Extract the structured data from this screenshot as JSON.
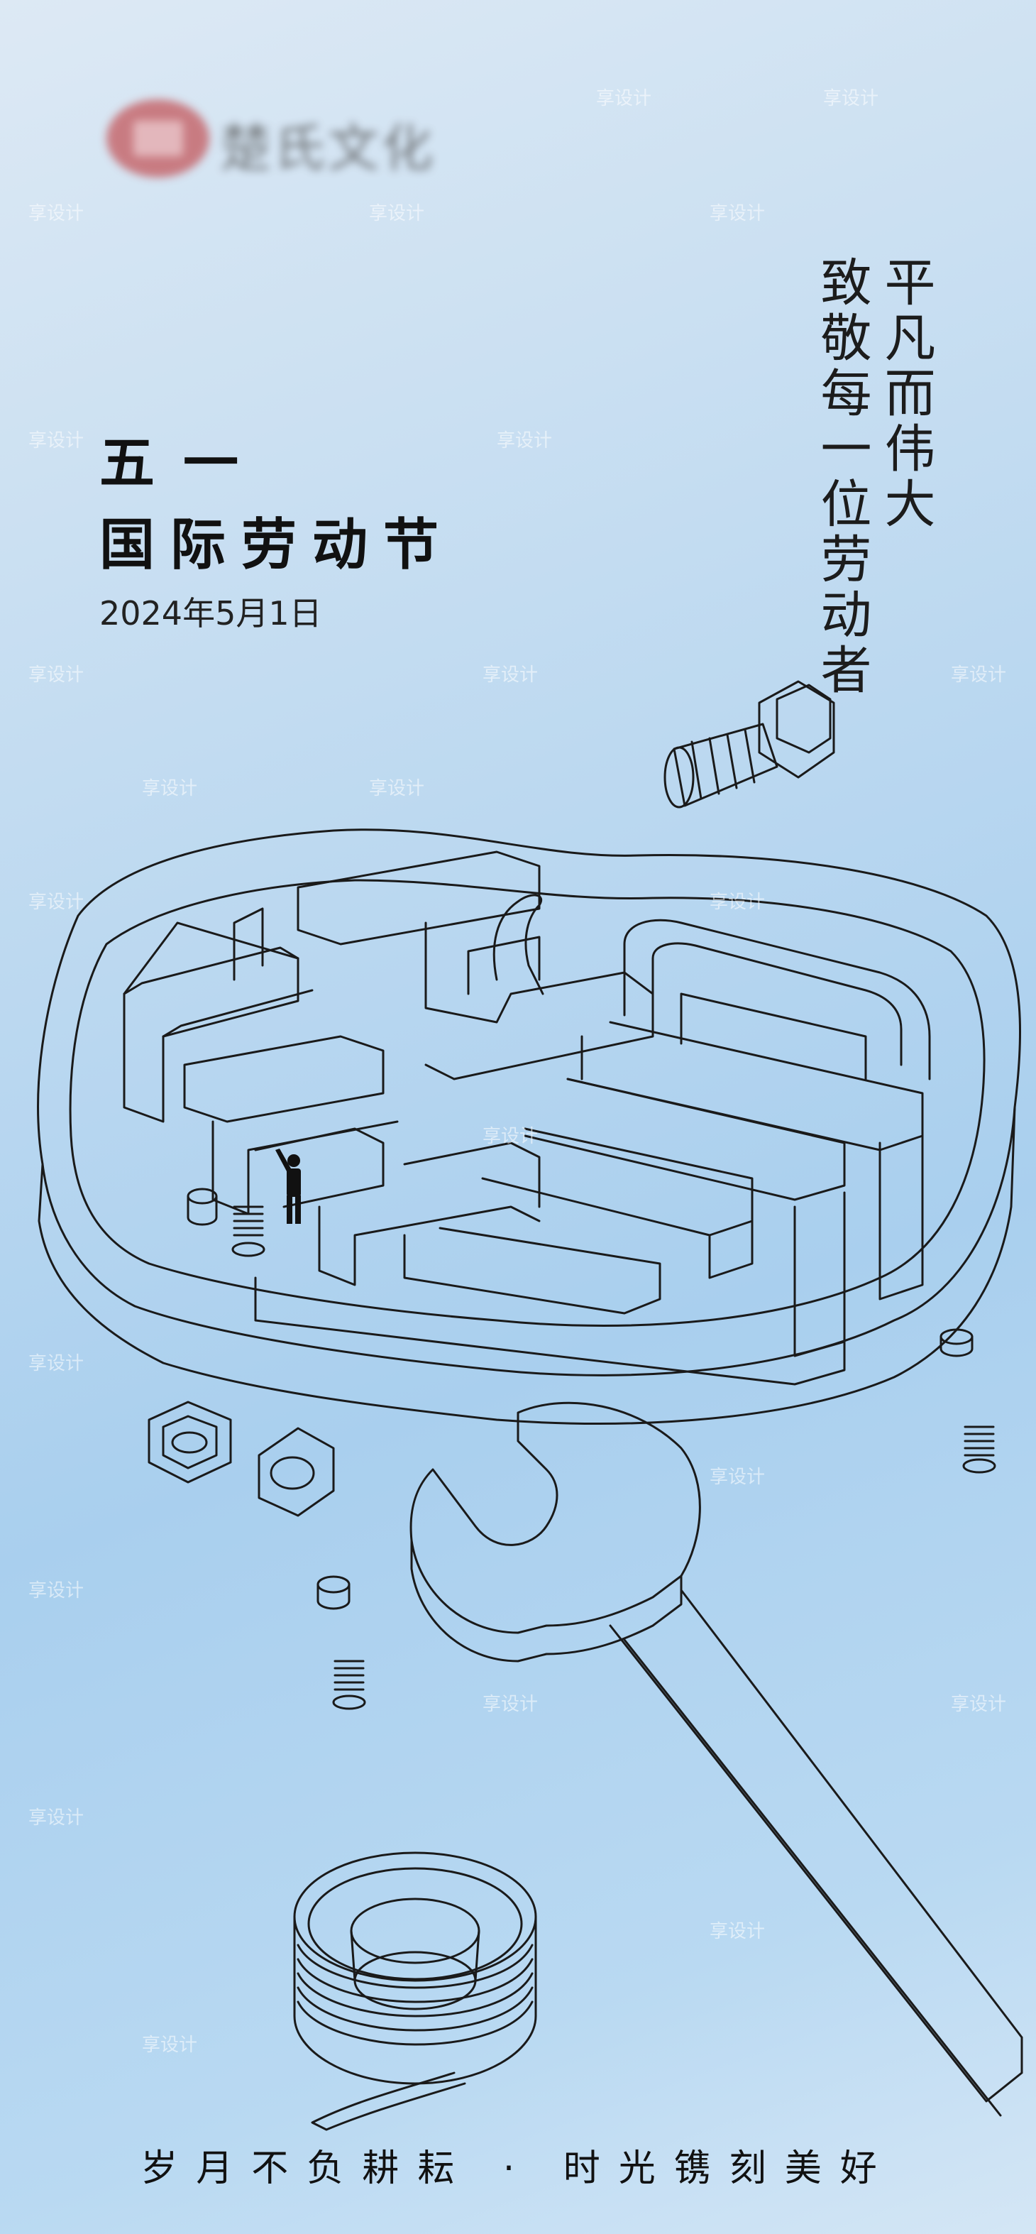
{
  "logo": {
    "text": "楚氏文化"
  },
  "title": {
    "line1": "五一",
    "line2": "国际劳动节"
  },
  "date": "2024年5月1日",
  "vertical_text": {
    "col1": "平凡而伟大",
    "col2": "致敬每一位劳动者"
  },
  "slogan": "岁月不负耕耘 · 时光镌刻美好",
  "watermark": "享设计",
  "colors": {
    "line": "#1a1a1a",
    "bg_top": "#dde9f4",
    "bg_mid": "#a9cfee",
    "seal": "#c4585c"
  }
}
